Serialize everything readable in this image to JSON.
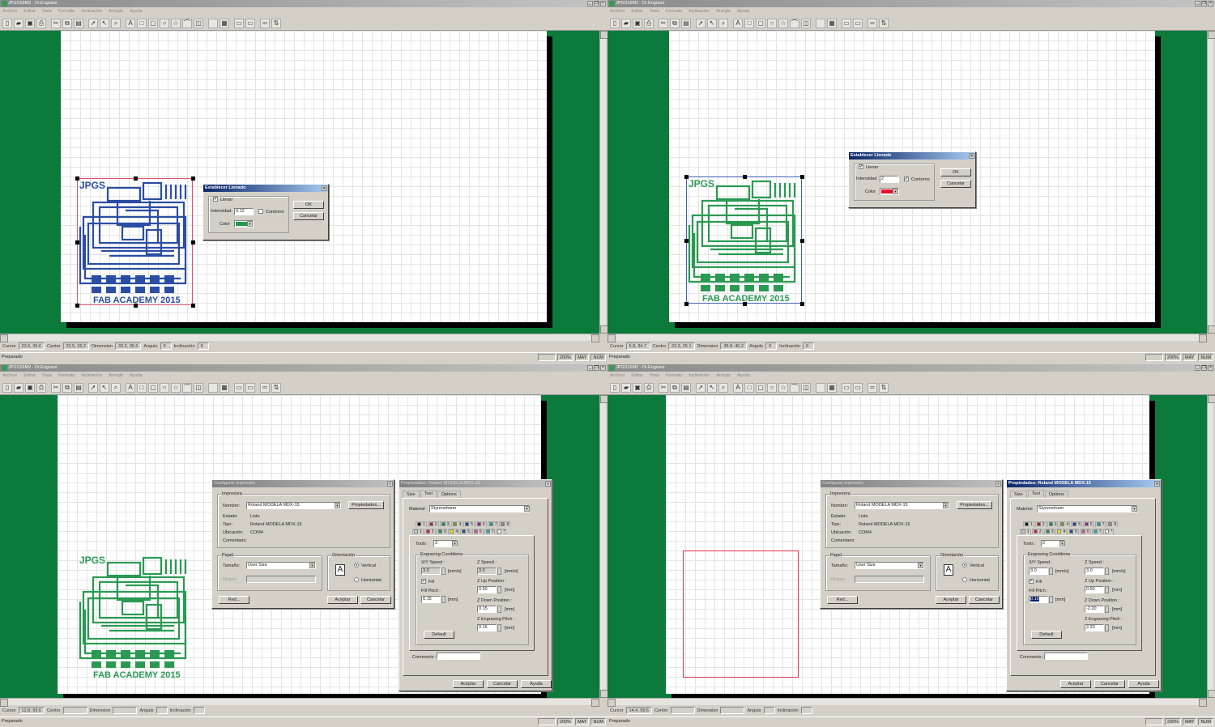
{
  "app": {
    "menu": [
      "Archivo",
      "Editar",
      "Vista",
      "Formato",
      "Inclinación",
      "Arreglo",
      "Ayuda"
    ],
    "status_labels": {
      "cursor": "Cursor",
      "centro": "Centro",
      "dimension": "Dimension",
      "angulo": "Angulo",
      "inclinacion": "Inclinación"
    },
    "ready": "Preparado",
    "zoom": "200%",
    "caps": "MAY",
    "num": "NUM"
  },
  "panels": [
    {
      "title": "JPGS16M2 - Dr.Engrave",
      "status": {
        "cursor": "23.6, 35.6",
        "centro": "23.5, 26.2",
        "dimension": "33.2, 35.5",
        "angulo": "0",
        "inclinacion": "0"
      },
      "artwork": {
        "label_top": "JPGS",
        "label_bottom": "FAB ACADEMY 2015",
        "color": "#2b4da3"
      }
    },
    {
      "title": "JPGS16M2 - Dr.Engrave",
      "status": {
        "cursor": "5.8, 34.7",
        "centro": "23.3, 25.1",
        "dimension": "36.8, 40.2",
        "angulo": "0",
        "inclinacion": "0"
      },
      "artwork": {
        "label_top": "JPGS",
        "label_bottom": "FAB ACADEMY 2015",
        "color": "#2a9a52"
      }
    },
    {
      "title": "JPGS16M2 - Dr.Engrave",
      "status": {
        "cursor": "12.8, 99.6",
        "centro": "",
        "dimension": "",
        "angulo": "",
        "inclinacion": ""
      },
      "artwork": {
        "label_top": "JPGS",
        "label_bottom": "FAB ACADEMY 2015",
        "color": "#2a9a52"
      }
    },
    {
      "title": "JPGS16M2 - Dr.Engrave",
      "status": {
        "cursor": "14.4, 99.6",
        "centro": "",
        "dimension": "",
        "angulo": "",
        "inclinacion": ""
      }
    }
  ],
  "fill_dialogs": [
    {
      "title": "Establecer Llenado",
      "fill_label": "Llenar",
      "fill_checked": true,
      "intensity_label": "Intensidad",
      "intensity": "0.12",
      "outline_label": "Contorno",
      "outline_checked": false,
      "color_label": "Color",
      "color": "#1f9a4a",
      "ok": "OK",
      "cancel": "Cancelar"
    },
    {
      "title": "Establecer Llenado",
      "fill_label": "Llenar",
      "fill_checked": true,
      "intensity_label": "Intensidad",
      "intensity": "2",
      "outline_label": "Contorno",
      "outline_checked": true,
      "color_label": "Color",
      "color": "#e8102a",
      "ok": "OK",
      "cancel": "Cancelar"
    }
  ],
  "print_dialog": {
    "title": "Configurar impresión",
    "printer_group": "Impresora",
    "name_label": "Nombre:",
    "name_value": "Roland MODELA MDX-15",
    "properties_button": "Propiedades...",
    "state_label": "Estado:",
    "state_value": "Listo",
    "type_label": "Tipo:",
    "type_value": "Roland MODELA MDX-15",
    "location_label": "Ubicación:",
    "location_value": "COM4",
    "comment_label": "Comentario:",
    "paper_group": "Papel",
    "size_label": "Tamaño:",
    "size_value": "User Size",
    "source_label": "Origen:",
    "orientation_group": "Orientación",
    "vertical_label": "Vertical",
    "horizontal_label": "Horizontal",
    "orientation": "Vertical",
    "network_button": "Red...",
    "accept_button": "Aceptar",
    "cancel_button": "Cancelar"
  },
  "props_dialogs": [
    {
      "title": "Propiedades: Roland MODELA MDX-15",
      "active": false,
      "tabs": [
        "Size",
        "Tool",
        "Options"
      ],
      "selected_tab": "Tool",
      "material_label": "Material",
      "material": "Styrenefoam",
      "pen_row1": [
        {
          "n": "1",
          "c": "#000000"
        },
        {
          "n": "2",
          "c": "#b0202a"
        },
        {
          "n": "3",
          "c": "#1a8a4a"
        },
        {
          "n": "4",
          "c": "#8a8a20"
        },
        {
          "n": "5",
          "c": "#1a3a9a"
        },
        {
          "n": "6",
          "c": "#a0208a"
        },
        {
          "n": "7",
          "c": "#1a9a9a"
        },
        {
          "n": "8",
          "c": "#888888"
        }
      ],
      "pen_row2": [
        {
          "n": "1",
          "c": "#cccccc"
        },
        {
          "n": "2",
          "c": "#e01a3a"
        },
        {
          "n": "3",
          "c": "#1a9a4a"
        },
        {
          "n": "4",
          "c": "#f0f000"
        },
        {
          "n": "5",
          "c": "#1a4aaa"
        },
        {
          "n": "6",
          "c": "#d050a0"
        },
        {
          "n": "7",
          "c": "#20b0c0"
        },
        {
          "n": "*",
          "c": "#ffffff"
        }
      ],
      "tools_label": "Tools :",
      "tools": "3",
      "conditions_group": "Engraving Conditions",
      "xy_speed_label": "X/Y Speed :",
      "xy_speed": "3.0",
      "speed_unit": "[mm/s]",
      "fill_label": "Fill",
      "fill_checked": true,
      "fill_pitch_label": "Fill Pitch :",
      "fill_pitch": "0.15",
      "mm_unit": "[mm]",
      "z_speed_label": "Z Speed :",
      "z_speed": "3.0",
      "z_up_label": "Z Up Position :",
      "z_up": "0.50",
      "z_down_label": "Z Down Position :",
      "z_down": "0.15",
      "z_pitch_label": "Z Engraving Pitch :",
      "z_pitch": "0.15",
      "default_button": "Default",
      "comments_label": "Comments :",
      "comments": "",
      "accept_button": "Aceptar",
      "cancel_button": "Cancelar",
      "help_button": "Ayuda"
    },
    {
      "title": "Propiedades: Roland MODELA MDX-15",
      "active": true,
      "tabs": [
        "Size",
        "Tool",
        "Options"
      ],
      "selected_tab": "Tool",
      "material_label": "Material",
      "material": "Styrenefoam",
      "pen_row1": [
        {
          "n": "1",
          "c": "#000000"
        },
        {
          "n": "2",
          "c": "#b0202a"
        },
        {
          "n": "3",
          "c": "#1a8a4a"
        },
        {
          "n": "4",
          "c": "#8a8a20"
        },
        {
          "n": "5",
          "c": "#1a3a9a"
        },
        {
          "n": "6",
          "c": "#a0208a"
        },
        {
          "n": "7",
          "c": "#1a9a9a"
        },
        {
          "n": "8",
          "c": "#888888"
        }
      ],
      "pen_row2": [
        {
          "n": "1",
          "c": "#cccccc"
        },
        {
          "n": "2",
          "c": "#e01a3a"
        },
        {
          "n": "3",
          "c": "#1a9a4a"
        },
        {
          "n": "4",
          "c": "#f0f000"
        },
        {
          "n": "5",
          "c": "#1a4aaa"
        },
        {
          "n": "6",
          "c": "#d050a0"
        },
        {
          "n": "7",
          "c": "#20b0c0"
        },
        {
          "n": "*",
          "c": "#ffffff"
        }
      ],
      "tools_label": "Tools :",
      "tools": "2",
      "conditions_group": "Engraving Conditions",
      "xy_speed_label": "X/Y Speed :",
      "xy_speed": "3.0",
      "speed_unit": "[mm/s]",
      "fill_label": "Fill",
      "fill_checked": true,
      "fill_pitch_label": "Fill Pitch :",
      "fill_pitch": "0.10",
      "mm_unit": "[mm]",
      "z_speed_label": "Z Speed :",
      "z_speed": "3.0",
      "z_up_label": "Z Up Position :",
      "z_up": "0.50",
      "z_down_label": "Z Down Position :",
      "z_down": "-2.20",
      "z_pitch_label": "Z Engraving Pitch :",
      "z_pitch": "2.20",
      "default_button": "Default",
      "comments_label": "Comments :",
      "comments": "",
      "accept_button": "Aceptar",
      "cancel_button": "Cancelar",
      "help_button": "Ayuda"
    }
  ],
  "colors": {
    "canvas_bg": "#0b7a3a",
    "selection_pink": "#e05070",
    "selection_blue": "#4060b0",
    "outline_red": "#e0304a"
  }
}
